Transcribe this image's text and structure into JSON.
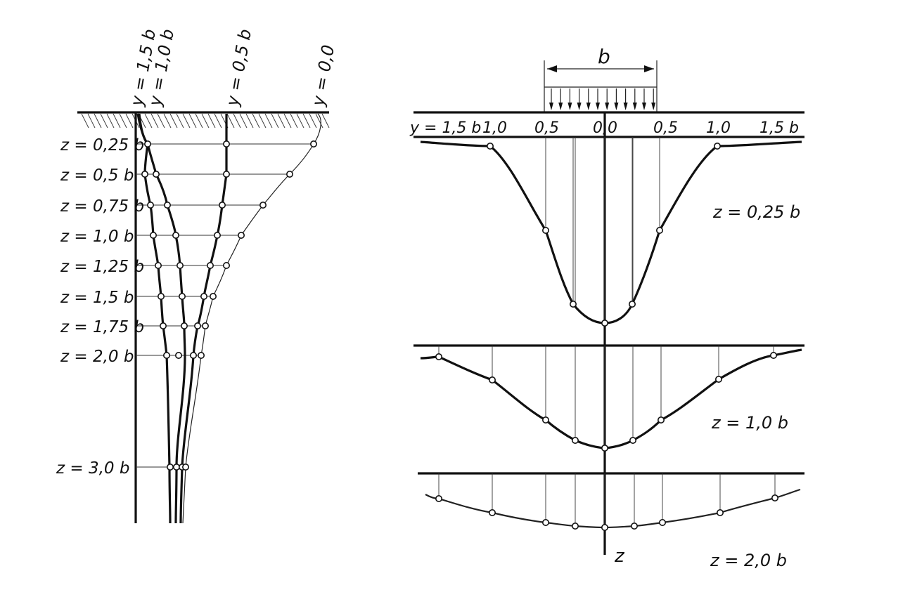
{
  "left_panel": {
    "top_labels": [
      "y = 1,5 b",
      "y = 1,0 b",
      "y = 0,5 b",
      "y = 0,0"
    ],
    "depth_labels": [
      "z = 0,25 b",
      "z = 0,5 b",
      "z = 0,75 b",
      "z = 1,0 b",
      "z = 1,25 b",
      "z = 1,5 b",
      "z = 1,75 b",
      "z = 2,0 b",
      "z = 3,0 b"
    ]
  },
  "right_panel": {
    "width_label": "b",
    "axis_labels": [
      "y = 1,5 b",
      "1,0",
      "0,5",
      "0,0",
      "0,5",
      "1,0",
      "1,5 b"
    ],
    "profile_labels": [
      "z = 0,25 b",
      "z = 1,0 b",
      "z = 2,0 b"
    ],
    "depth_axis_label": "z"
  }
}
